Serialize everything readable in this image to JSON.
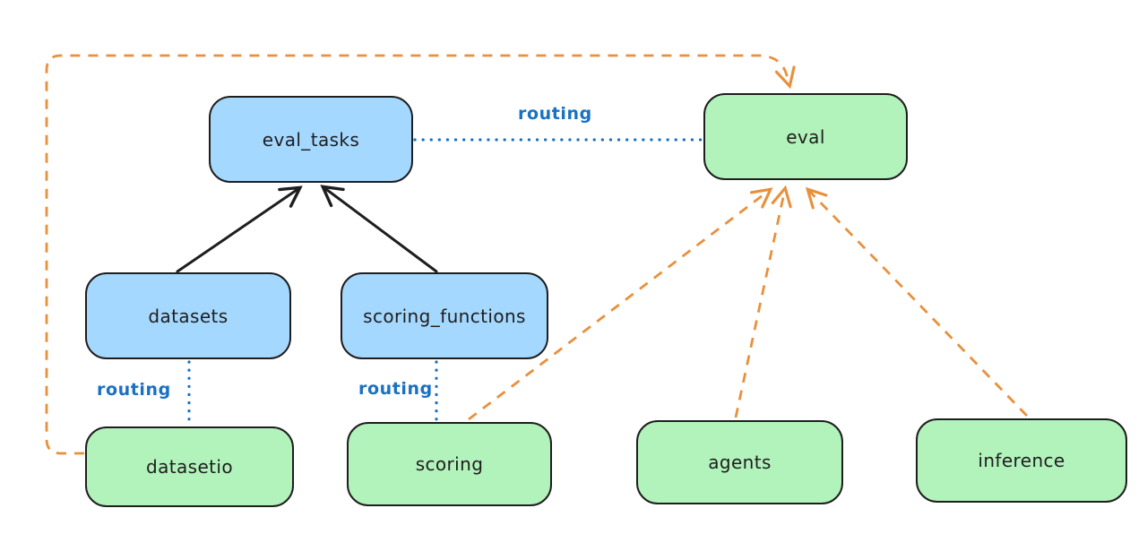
{
  "diagram": {
    "background": "#ffffff",
    "colors": {
      "api_fill": "#a5d8ff",
      "provider_fill": "#b2f2bb",
      "outline": "#1e1e1e",
      "routing_blue": "#1971c2",
      "dependency_orange": "#e8913c"
    },
    "nodes": [
      {
        "id": "eval_tasks",
        "label": "eval_tasks",
        "kind": "api"
      },
      {
        "id": "eval",
        "label": "eval",
        "kind": "provider"
      },
      {
        "id": "datasets",
        "label": "datasets",
        "kind": "api"
      },
      {
        "id": "scoring_functions",
        "label": "scoring_functions",
        "kind": "api"
      },
      {
        "id": "datasetio",
        "label": "datasetio",
        "kind": "provider"
      },
      {
        "id": "scoring",
        "label": "scoring",
        "kind": "provider"
      },
      {
        "id": "agents",
        "label": "agents",
        "kind": "provider"
      },
      {
        "id": "inference",
        "label": "inference",
        "kind": "provider"
      }
    ],
    "edge_labels": [
      {
        "text": "routing"
      },
      {
        "text": "routing"
      },
      {
        "text": "routing"
      }
    ],
    "edges": [
      {
        "from": "datasets",
        "to": "eval_tasks",
        "style": "solid-black-arrow"
      },
      {
        "from": "scoring_functions",
        "to": "eval_tasks",
        "style": "solid-black-arrow"
      },
      {
        "from": "eval_tasks",
        "to": "eval",
        "style": "blue-dotted",
        "label": "routing"
      },
      {
        "from": "datasets",
        "to": "datasetio",
        "style": "blue-dotted",
        "label": "routing"
      },
      {
        "from": "scoring_functions",
        "to": "scoring",
        "style": "blue-dotted",
        "label": "routing"
      },
      {
        "from": "datasetio",
        "to": "eval",
        "style": "orange-dashed-arrow"
      },
      {
        "from": "scoring",
        "to": "eval",
        "style": "orange-dashed-arrow"
      },
      {
        "from": "agents",
        "to": "eval",
        "style": "orange-dashed-arrow"
      },
      {
        "from": "inference",
        "to": "eval",
        "style": "orange-dashed-arrow"
      }
    ]
  }
}
